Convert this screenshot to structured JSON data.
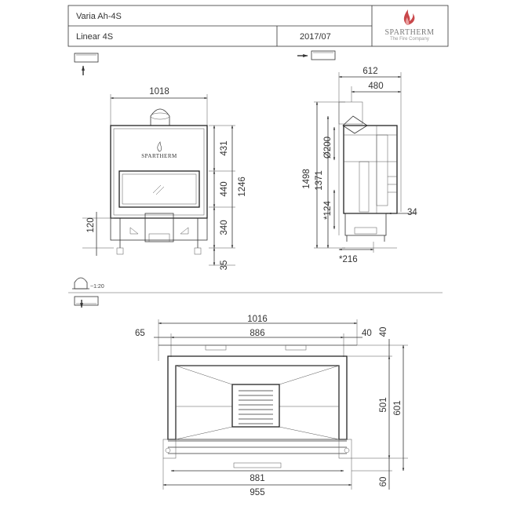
{
  "title_block": {
    "model": "Varia Ah-4S",
    "variant": "Linear 4S",
    "date": "2017/07",
    "brand": "SPARTHERM",
    "brand_tagline": "The Fire Company"
  },
  "scale_label": "~1:20",
  "front_view": {
    "width_top": "1018",
    "dim_431": "431",
    "dim_440": "440",
    "dim_340": "340",
    "dim_1246": "1246",
    "dim_120": "120",
    "dim_35": "35",
    "logo": "SPARTHERM"
  },
  "side_view": {
    "dim_612": "612",
    "dim_480": "480",
    "dim_1498": "1498",
    "dim_1371": "1371",
    "dim_200": "Ø200",
    "dim_124": "*124",
    "dim_34": "34",
    "dim_216": "*216"
  },
  "plan_view": {
    "dim_1016": "1016",
    "dim_65": "65",
    "dim_886": "886",
    "dim_40a": "40",
    "dim_40b": "40",
    "dim_501": "501",
    "dim_601": "601",
    "dim_881": "881",
    "dim_955": "955",
    "dim_60": "60"
  }
}
